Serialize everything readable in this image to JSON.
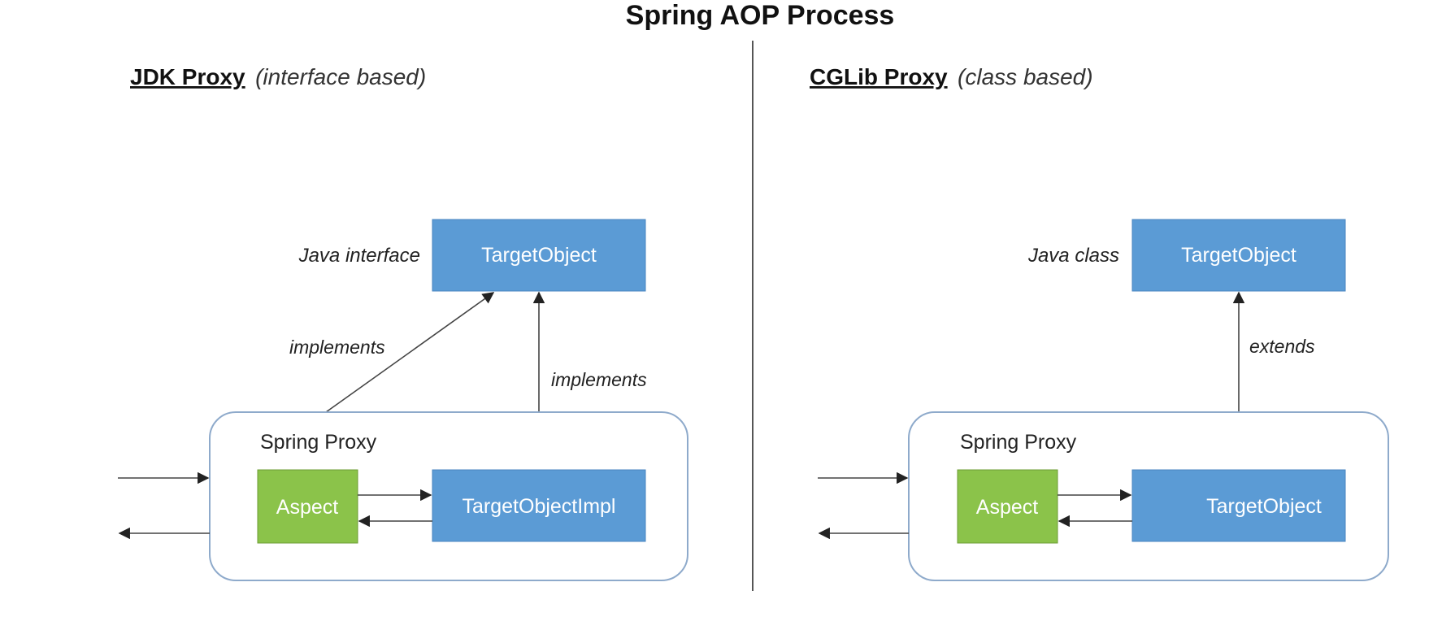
{
  "title": "Spring AOP Process",
  "jdk": {
    "heading_bold": "JDK Proxy",
    "heading_italic": "(interface based)",
    "target_kind_label": "Java interface",
    "target_box": "TargetObject",
    "implements_left": "implements",
    "implements_right": "implements",
    "proxy_label": "Spring Proxy",
    "aspect_box": "Aspect",
    "impl_box": "TargetObjectImpl"
  },
  "cglib": {
    "heading_bold": "CGLib Proxy",
    "heading_italic": "(class based)",
    "target_kind_label": "Java class",
    "target_box": "TargetObject",
    "extends_label": "extends",
    "proxy_label": "Spring Proxy",
    "aspect_box": "Aspect",
    "inner_box": "TargetObject"
  },
  "colors": {
    "blue_box": "#5b9bd5",
    "green_box": "#8bc34a",
    "proxy_border": "#8eaacb"
  }
}
